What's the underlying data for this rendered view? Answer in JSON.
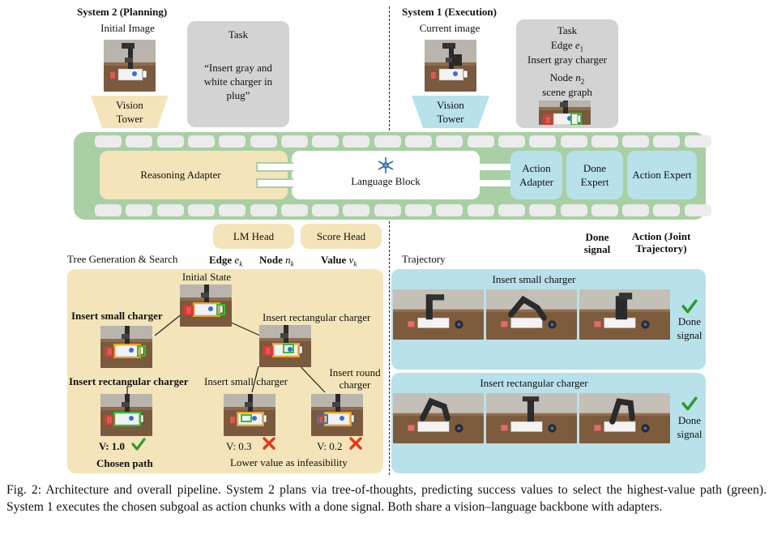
{
  "system2": {
    "header": "System 2 (Planning)",
    "initial_image_label": "Initial Image",
    "vision_tower": "Vision Tower",
    "task_title": "Task",
    "task_text": "“Insert gray and white charger in plug”"
  },
  "system1": {
    "header": "System 1 (Execution)",
    "current_image_label": "Current image",
    "vision_tower": "Vision Tower",
    "task_title": "Task",
    "edge_line": "Edge e1",
    "edge_value": "Insert gray charger",
    "node_line": "Node n2",
    "node_value": "scene graph"
  },
  "backbone": {
    "reasoning_adapter": "Reasoning Adapter",
    "language_block": "Language Block",
    "action_adapter": "Action Adapter",
    "done_expert": "Done Expert",
    "action_expert": "Action Expert"
  },
  "heads": {
    "lm_head": "LM Head",
    "score_head": "Score Head",
    "edge_label": "Edge ek",
    "node_label": "Node nk",
    "value_label": "Value vk",
    "done_signal_header": "Done signal",
    "action_header": "Action (Joint Trajectory)"
  },
  "tree": {
    "title": "Tree Generation & Search",
    "root_label": "Initial State",
    "left_edge": "Insert small charger",
    "right_edge": "Insert rectangular charger",
    "ll_edge": "Insert rectangular charger",
    "rl_edge": "Insert small charger",
    "rr_edge": "Insert round charger",
    "v1": "V: 1.0",
    "v2": "V: 0.3",
    "v3": "V: 0.2",
    "chosen": "Chosen path",
    "lower": "Lower value as infeasibility"
  },
  "trajectory": {
    "title": "Trajectory",
    "row1_label": "Insert small charger",
    "row2_label": "Insert rectangular charger",
    "done_signal": "Done signal"
  },
  "caption": "Fig. 2: Architecture and overall pipeline. System 2 plans via tree-of-thoughts, predicting success values to select the highest-value path (green). System 1 executes the chosen subgoal as action chunks with a done signal. Both share a vision–language backbone with adapters.",
  "colors": {
    "backbone_green": "#a9cfa4",
    "tan": "#f3e5b9",
    "blue": "#b8e1ea",
    "gray_box": "#d3d3d3",
    "check_green": "#2c9b2c",
    "cross_red": "#e13a1a"
  }
}
